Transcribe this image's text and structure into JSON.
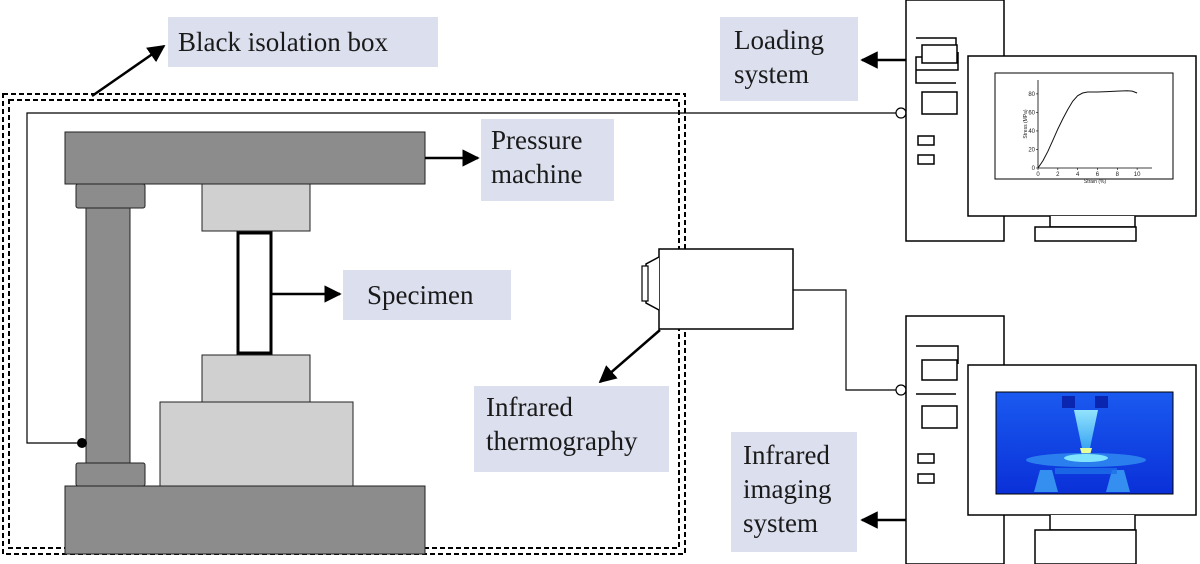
{
  "labels": {
    "black_isolation_box": "Black isolation box",
    "pressure_machine": [
      "Pressure",
      "machine"
    ],
    "specimen": "Specimen",
    "infrared_thermography": [
      "Infrared",
      "thermography"
    ],
    "loading_system": [
      "Loading",
      "system"
    ],
    "infrared_imaging_system": [
      "Infrared",
      "imaging",
      "system"
    ]
  },
  "colors": {
    "label_background": "#dcdfee",
    "machine_dark": "#8c8c8c",
    "machine_light": "#d0d0d0",
    "thermal_background": "#1446e0",
    "outline": "#000000"
  },
  "stress_strain_plot": {
    "xlabel": "Strain (%)",
    "ylabel": "Stress (MPa)",
    "x_ticks": [
      "0",
      "2",
      "4",
      "6",
      "8",
      "10"
    ],
    "y_ticks": [
      "0",
      "20",
      "40",
      "60",
      "80"
    ],
    "xlim": [
      0,
      11.5
    ],
    "ylim": [
      0,
      95
    ],
    "curve": [
      [
        0,
        0
      ],
      [
        0.5,
        8
      ],
      [
        1,
        18
      ],
      [
        1.5,
        30
      ],
      [
        2,
        42
      ],
      [
        2.5,
        53
      ],
      [
        3,
        63
      ],
      [
        3.5,
        72
      ],
      [
        4,
        78
      ],
      [
        4.5,
        81
      ],
      [
        5,
        82
      ],
      [
        6,
        82
      ],
      [
        7,
        82.5
      ],
      [
        8,
        83
      ],
      [
        9,
        83.5
      ],
      [
        9.5,
        83
      ],
      [
        10,
        81
      ]
    ]
  }
}
